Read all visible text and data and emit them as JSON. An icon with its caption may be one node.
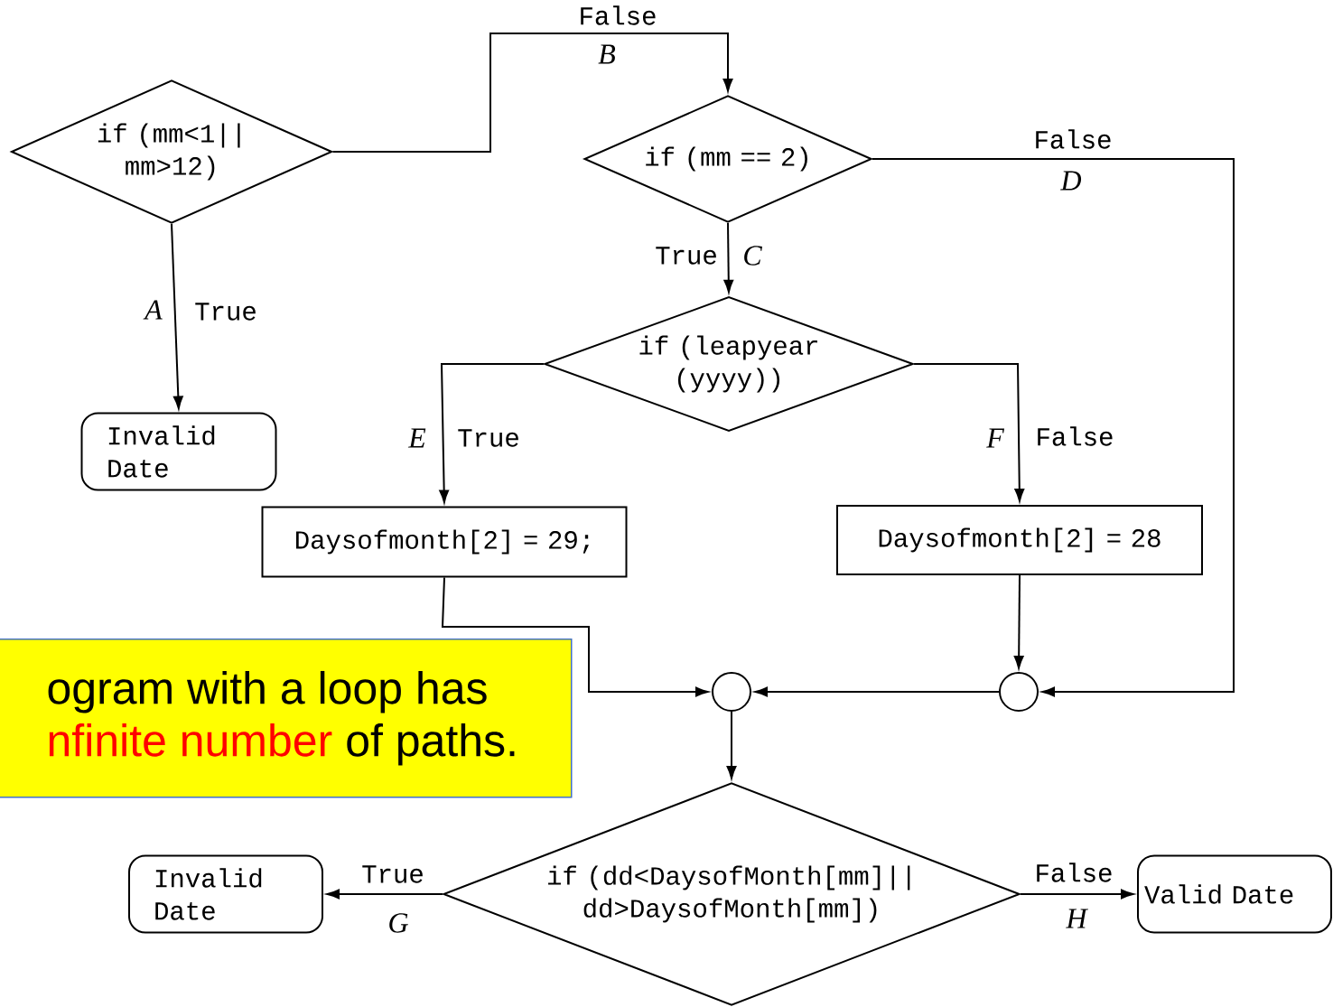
{
  "diagram": {
    "nodes": [
      {
        "text": [
          "if (mm<1|| mm>12)"
        ]
      },
      {
        "text": [
          "if (mm == 2)"
        ]
      },
      {
        "text": [
          "if (leapyear (yyyy))"
        ]
      },
      {
        "text": [
          "Invalid Date"
        ]
      },
      {
        "text": [
          "Daysofmonth[2] = 29;"
        ]
      },
      {
        "text": [
          "Daysofmonth[2] = 28"
        ]
      },
      {
        "text": [
          "ogram with a loop has",
          "nfinite number",
          "of paths."
        ]
      },
      {
        "text": [],
        "shape": "circle"
      },
      {
        "text": [],
        "shape": "circle"
      },
      {
        "text": [
          "if (dd<DaysofMonth[mm]|| dd>DaysofMonth[mm])"
        ]
      },
      {
        "text": [
          "Invalid Date"
        ]
      },
      {
        "text": [
          "Valid Date"
        ]
      }
    ],
    "edges": [
      {
        "from": 0,
        "to": 1,
        "arrow": "to",
        "label": "False"
      },
      {
        "from": 1,
        "to": 8,
        "arrow": "to",
        "label": "False"
      },
      {
        "from": 1,
        "to": 2,
        "arrow": "to",
        "label": "True"
      },
      {
        "from": 0,
        "to": 3,
        "arrow": "to",
        "label": "True"
      },
      {
        "from": 2,
        "to": 4,
        "arrow": "to",
        "label": "True"
      },
      {
        "from": 2,
        "to": 5,
        "arrow": "to",
        "label": "False"
      },
      {
        "from": 4,
        "to": 7,
        "arrow": "to"
      },
      {
        "from": 5,
        "to": 8,
        "arrow": "to"
      },
      {
        "from": 8,
        "to": 7,
        "arrow": "to"
      },
      {
        "from": 7,
        "to": 9,
        "arrow": "to"
      },
      {
        "from": 9,
        "to": 10,
        "arrow": "to",
        "label": "True"
      },
      {
        "from": 9,
        "to": 11,
        "arrow": "to",
        "label": "False"
      }
    ],
    "labels": [
      "B",
      "D",
      "C",
      "A",
      "E",
      "F",
      "H",
      "G"
    ]
  }
}
